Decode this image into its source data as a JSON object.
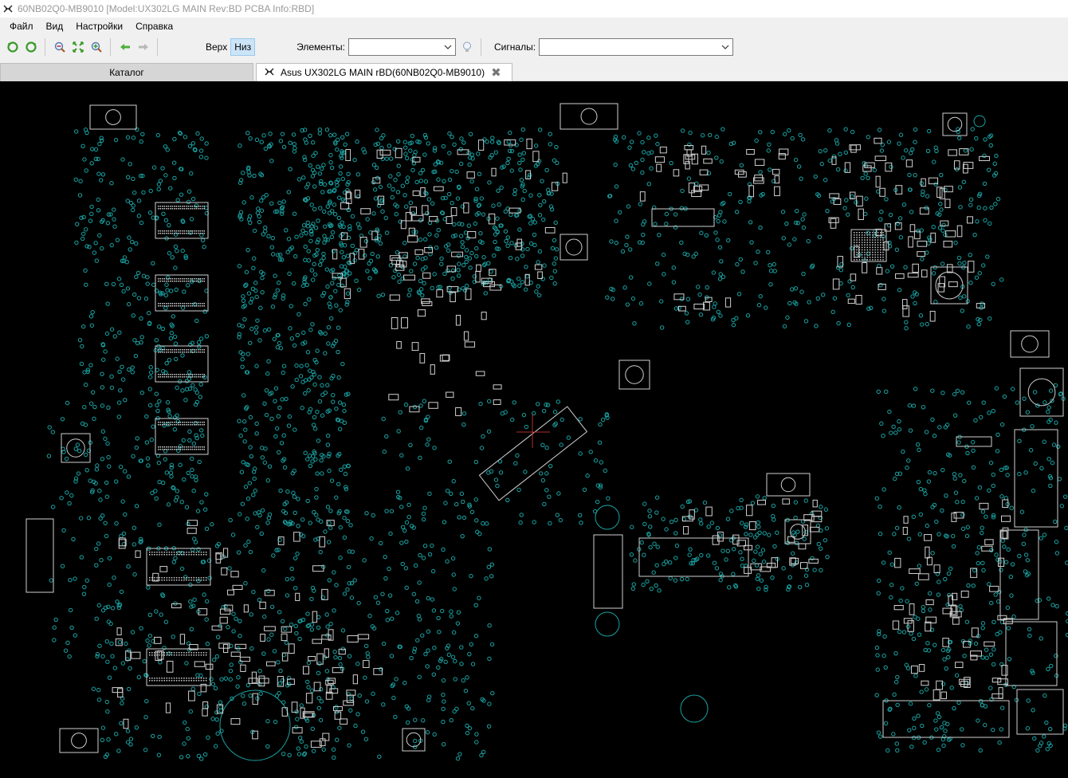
{
  "window": {
    "title": "60NB02Q0-MB9010 [Model:UX302LG MAIN Rev:BD PCBA Info:RBD]"
  },
  "menu": {
    "items": [
      "Файл",
      "Вид",
      "Настройки",
      "Справка"
    ]
  },
  "toolbar": {
    "layer_top": "Верх",
    "layer_bottom": "Низ",
    "active_layer": "bottom",
    "elements_label": "Элементы:",
    "elements_value": "",
    "signals_label": "Сигналы:",
    "signals_value": "",
    "icons": [
      "refresh-icon",
      "refresh-alt-icon",
      "zoom-out-icon",
      "fit-icon",
      "zoom-in-icon",
      "back-arrow-icon",
      "forward-arrow-icon",
      "lightbulb-icon"
    ]
  },
  "tabs": {
    "catalog": "Каталог",
    "board": "Asus UX302LG MAIN rBD(60NB02Q0-MB9010)"
  },
  "colors": {
    "board_background": "#000000",
    "outline": "#d0d0d0",
    "test_point": "#1aa3a3",
    "active_layer_bg": "#cce4f7",
    "cursor": "#b03030"
  }
}
